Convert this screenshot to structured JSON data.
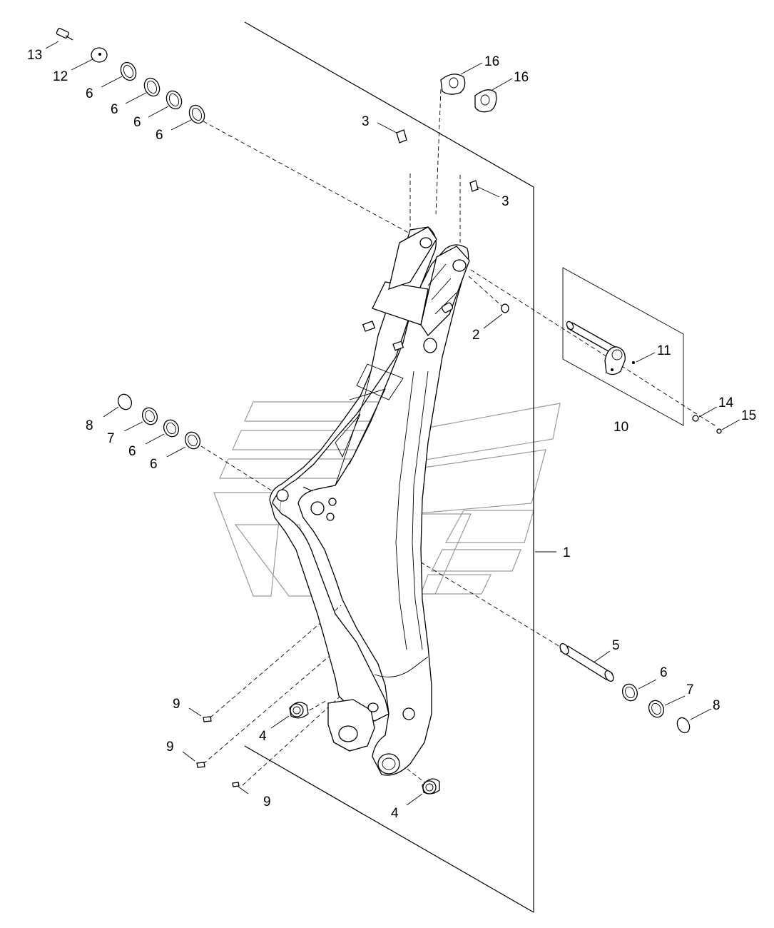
{
  "diagram": {
    "callouts": [
      {
        "id": "c13",
        "label": "13"
      },
      {
        "id": "c12",
        "label": "12"
      },
      {
        "id": "c6a",
        "label": "6"
      },
      {
        "id": "c6b",
        "label": "6"
      },
      {
        "id": "c6c",
        "label": "6"
      },
      {
        "id": "c6d",
        "label": "6"
      },
      {
        "id": "c16a",
        "label": "16"
      },
      {
        "id": "c16b",
        "label": "16"
      },
      {
        "id": "c3a",
        "label": "3"
      },
      {
        "id": "c3b",
        "label": "3"
      },
      {
        "id": "c2",
        "label": "2"
      },
      {
        "id": "c11",
        "label": "11"
      },
      {
        "id": "c10",
        "label": "10"
      },
      {
        "id": "c14",
        "label": "14"
      },
      {
        "id": "c15",
        "label": "15"
      },
      {
        "id": "c8a",
        "label": "8"
      },
      {
        "id": "c7a",
        "label": "7"
      },
      {
        "id": "c6e",
        "label": "6"
      },
      {
        "id": "c6f",
        "label": "6"
      },
      {
        "id": "c1",
        "label": "1"
      },
      {
        "id": "c5",
        "label": "5"
      },
      {
        "id": "c6g",
        "label": "6"
      },
      {
        "id": "c7b",
        "label": "7"
      },
      {
        "id": "c8b",
        "label": "8"
      },
      {
        "id": "c9a",
        "label": "9"
      },
      {
        "id": "c9b",
        "label": "9"
      },
      {
        "id": "c9c",
        "label": "9"
      },
      {
        "id": "c4a",
        "label": "4"
      },
      {
        "id": "c4b",
        "label": "4"
      }
    ]
  }
}
